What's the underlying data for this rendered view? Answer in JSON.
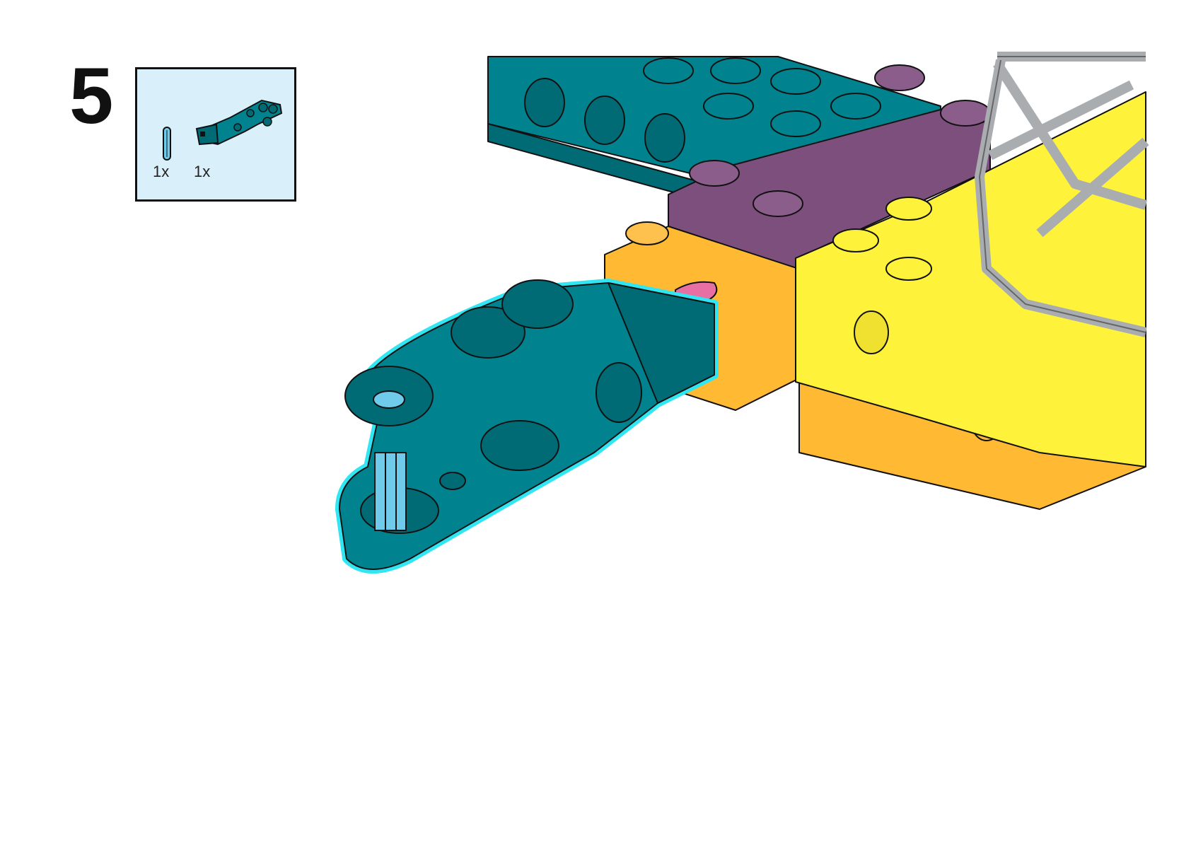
{
  "step": {
    "number": "5"
  },
  "parts": [
    {
      "name": "axle-pin",
      "qty": "1x",
      "color": "#5bc0e8"
    },
    {
      "name": "teal-fork-connector",
      "qty": "1x",
      "color": "#00838f"
    }
  ],
  "colors": {
    "callout_bg": "#d9f0fb",
    "teal": "#00838f",
    "teal_dark": "#006b75",
    "purple": "#7d4f7d",
    "orange": "#ffb933",
    "yellow": "#fff23a",
    "gray_frame": "#a9adb0",
    "highlight": "#2fe6f2",
    "pin": "#6fcbe9",
    "pink": "#e86fa3"
  }
}
